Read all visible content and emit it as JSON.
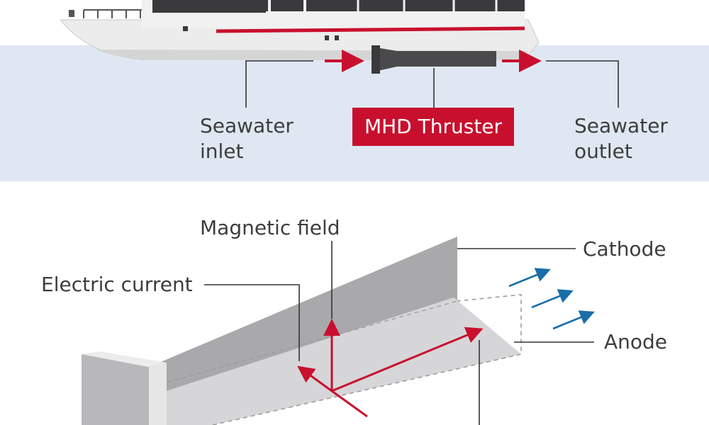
{
  "labels": {
    "seawater_inlet": "Seawater\ninlet",
    "thruster": "MHD Thruster",
    "seawater_outlet": "Seawater\noutlet",
    "magnetic_field": "Magnetic field",
    "cathode": "Cathode",
    "electric_current": "Electric current",
    "anode": "Anode"
  },
  "colors": {
    "sea_band": "#dfe8f2",
    "accent_red": "#c8102e",
    "flow_blue": "#1a6ea8",
    "cathode_grey": "#a9a9ab",
    "anode_grey": "#d6d6d8",
    "hull_grey": "#ececec",
    "thruster_dark": "#4a4a4c",
    "text": "#3d3d3d"
  },
  "icons": {
    "vessel": "ship-illustration",
    "flow": "arrow-right-icon"
  }
}
